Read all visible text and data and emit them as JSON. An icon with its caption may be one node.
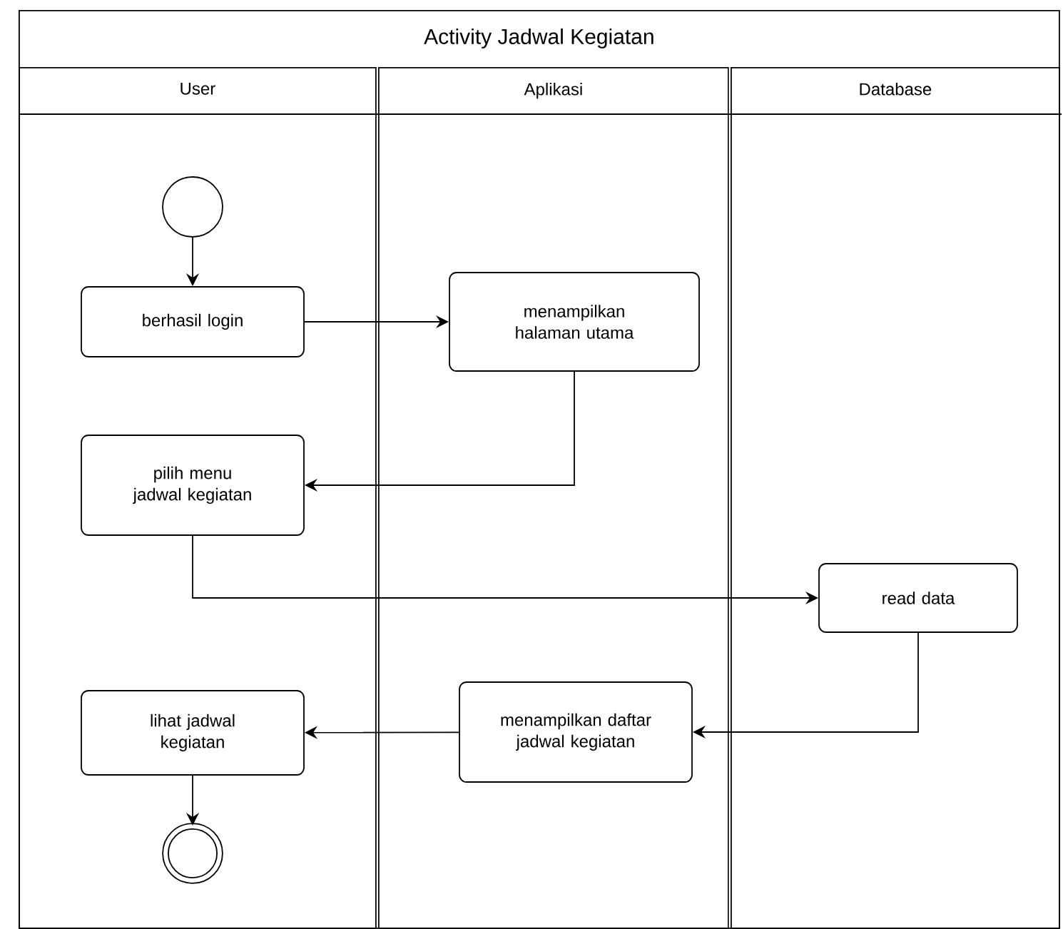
{
  "diagram": {
    "nodes": [
      {
        "text": [
          "Activity Jadwal Kegiatan"
        ]
      },
      {
        "text": [
          "User"
        ],
        "in": 0
      },
      {
        "text": [
          "Aplikasi"
        ],
        "in": 0
      },
      {
        "text": [
          "Database"
        ],
        "in": 0
      },
      {
        "text": [],
        "shape": "circle",
        "in": 1
      },
      {
        "text": [
          "berhasil login"
        ],
        "in": 1
      },
      {
        "text": [
          "menampilkan halaman utama"
        ],
        "in": 2
      },
      {
        "text": [
          "pilih menu jadwal kegiatan"
        ],
        "in": 1
      },
      {
        "text": [
          "read data"
        ],
        "in": 3
      },
      {
        "text": [
          "menampilkan daftar jadwal kegiatan"
        ],
        "in": 2
      },
      {
        "text": [
          "lihat jadwal kegiatan"
        ],
        "in": 1
      },
      {
        "text": [],
        "shape": "bullseye",
        "in": 1
      }
    ],
    "edges": [
      {
        "from": 4,
        "to": 5,
        "arrow": "to"
      },
      {
        "from": 5,
        "to": 6,
        "arrow": "to"
      },
      {
        "from": 6,
        "to": 7,
        "arrow": "to"
      },
      {
        "from": 7,
        "to": 8,
        "arrow": "to"
      },
      {
        "from": 8,
        "to": 9,
        "arrow": "to"
      },
      {
        "from": 9,
        "to": 10,
        "arrow": "to"
      },
      {
        "from": 10,
        "to": 11,
        "arrow": "to"
      }
    ]
  }
}
